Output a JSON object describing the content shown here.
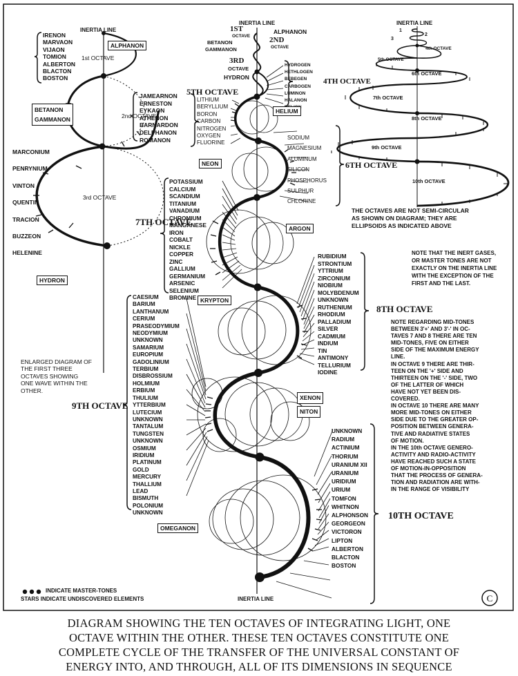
{
  "inertia_top_left": "INERTIA LINE",
  "inertia_top_center": "INERTIA LINE",
  "inertia_top_right": "INERTIA LINE",
  "inertia_bottom": "INERTIA LINE",
  "left_group": [
    "IRENON",
    "MARVAON",
    "VIJAON",
    "TOMION",
    "ALBERTON",
    "BLACTON",
    "BOSTON"
  ],
  "alphanon_box": "ALPHANON",
  "oct1_small": "1st OCTAVE",
  "betanon_box": [
    "BETANON",
    "GAMMANON"
  ],
  "left_column": [
    "MARCONIUM",
    "PENRYNIUM",
    "VINTON",
    "QUENTIN",
    "TRACION",
    "BUZZEON",
    "HELENINE"
  ],
  "hydron_box": "HYDRON",
  "oct2_small": "2nd OCTAVE",
  "oct3_small": "3rd OCTAVE",
  "enlarged_caption": [
    "ENLARGED DIAGRAM OF",
    "THE FIRST THREE",
    "OCTAVES SHOWING",
    "ONE WAVE WITHIN THE",
    "OTHER."
  ],
  "legend": [
    "INDICATE MASTER-TONES",
    "STARS INDICATE UNDISCOVERED ELEMENTS"
  ],
  "top_center": {
    "first": "1ST",
    "first_sub": "OCTAVE",
    "alphanon": "ALPHANON",
    "second": "2ND",
    "second_sub": "OCTAVE",
    "betanon": "BETANON",
    "gammanon": "GAMMANON",
    "third": "3RD",
    "third_sub": "OCTAVE",
    "hydron": "HYDRON"
  },
  "oct4_list": [
    "HYDROGEN",
    "HETHLOGEN",
    "BEBEGEN",
    "CARBOGEN",
    "LUMINON",
    "HALANON",
    "HELION"
  ],
  "oct4_label": "4TH OCTAVE",
  "helium_box": "HELIUM",
  "oct5_label": "5TH OCTAVE",
  "oct5_upper": [
    "JAMEARNON",
    "ERNESTON",
    "EYKAON",
    "ATHENON",
    "BARNARDON",
    "DELPHANON",
    "ROMANON"
  ],
  "oct5_lower": [
    "LITHIUM",
    "BERYLLIUM",
    "BORON",
    "CARBON",
    "NITROGEN",
    "OXYGEN",
    "FLUORINE"
  ],
  "neon_box": "NEON",
  "oct6_list": [
    "SODIUM",
    "MAGNESIUM",
    "ALUMINUM",
    "SILICON",
    "PHOSPHORUS",
    "SULPHUR",
    "CHLORINE"
  ],
  "oct6_label": "6TH OCTAVE",
  "argon_box": "ARGON",
  "oct7_list": [
    "POTASSIUM",
    "CALCIUM",
    "SCANDIUM",
    "TITANIUM",
    "VANADIUM",
    "CHROMIUM",
    "MANGANESE",
    "IRON",
    "COBALT",
    "NICKLE",
    "COPPER",
    "ZINC",
    "GALLIUM",
    "GERMANIUM",
    "ARSENIC",
    "SELENIUM",
    "BROMINE"
  ],
  "oct7_label": "7TH OCTAVE",
  "krypton_box": "KRYPTON",
  "oct8_list": [
    "RUBIDIUM",
    "STRONTIUM",
    "YTTRIUM",
    "ZIRCONIUM",
    "NIOBIUM",
    "MOLYBDENUM",
    "UNKNOWN",
    "RUTHENIUM",
    "RHODIUM",
    "PALLADIUM",
    "SILVER",
    "CADMIUM",
    "INDIUM",
    "TIN",
    "ANTIMONY",
    "TELLURIUM",
    "IODINE"
  ],
  "oct8_label": "8TH OCTAVE",
  "xenon_box": "XENON",
  "oct9_list": [
    "CAESIUM",
    "BARIUM",
    "LANTHANUM",
    "CERIUM",
    "PRASEODYMIUM",
    "NEODYMIUM",
    "UNKNOWN",
    "SAMARIUM",
    "EUROPIUM",
    "GADOLINIUM",
    "TERBIUM",
    "DISBROSSIUM",
    "HOLMIUM",
    "ERBIUM",
    "THULIUM",
    "YTTERBIUM",
    "LUTECIUM",
    "UNKNOWN",
    "TANTALUM",
    "TUNGSTEN",
    "UNKNOWN",
    "OSMIUM",
    "IRIDIUM",
    "PLATINUM",
    "GOLD",
    "MERCURY",
    "THALLIUM",
    "LEAD",
    "BISMUTH",
    "POLONIUM",
    "UNKNOWN"
  ],
  "oct9_label": "9TH OCTAVE",
  "niton_box": "NITON",
  "oct10_list": [
    "UNKNOWN",
    "RADIUM",
    "ACTINIUM",
    "THORIUM",
    "URANIUM XII",
    "URANIUM",
    "URIDIUM",
    "URIUM",
    "TOMFON",
    "WHITNON",
    "ALPHONSON",
    "GEORGEON",
    "VICTORON",
    "LIPTON",
    "ALBERTON",
    "BLACTON",
    "BOSTON"
  ],
  "oct10_label": "10TH OCTAVE",
  "omeganon_box": "OMEGANON",
  "right_diagram": {
    "n1": "1",
    "n2": "2",
    "n3": "3",
    "labels": [
      "4th OCTAVE",
      "5th OCTAVE",
      "6th OCTAVE",
      "7th OCTAVE",
      "8th OCTAVE",
      "9th OCTAVE",
      "10th OCTAVE"
    ],
    "note": [
      "THE OCTAVES ARE NOT SEMI-CIRCULAR",
      "AS SHOWN ON DIAGRAM; THEY ARE",
      "ELLIPSOIDS AS INDICATED ABOVE"
    ]
  },
  "note_inert": [
    "NOTE THAT THE INERT GASES,",
    "OR MASTER TONES ARE NOT",
    "EXACTLY ON THE INERTIA LINE",
    "WITH THE EXCEPTION OF THE",
    "FIRST AND THE LAST."
  ],
  "note_midtones": [
    "NOTE REGARDING MID-TONES",
    "BETWEEN 3'+' AND 3'-' IN OC-",
    "TAVES 7 AND 8 THERE ARE TEN",
    "MID-TONES, FIVE ON EITHER",
    "SIDE OF THE MAXIMUM ENERGY",
    "LINE.",
    "IN OCTAVE 9 THERE ARE THIR-",
    "TEEN ON THE '+' SIDE AND",
    "THIRTEEN ON THE '-' SIDE, TWO",
    "OF THE LATTER OF WHICH",
    "HAVE NOT YET BEEN DIS-",
    "COVERED.",
    "IN OCTAVE 10 THERE ARE MANY",
    "MORE MID-TONES ON EITHER",
    "SIDE DUE TO THE GREATER OP-",
    "POSITION BETWEEN GENERA-",
    "TIVE AND RADIATIVE STATES",
    "OF MOTION.",
    "IN THE 10th OCTAVE GENERO-",
    "ACTIVITY AND RADIO-ACTIVITY",
    "HAVE REACHED SUCH A STATE",
    "OF MOTION-IN-OPPOSITION",
    "THAT THE PROCESS OF GENERA-",
    "TION AND RADIATION ARE WITH-",
    "IN THE RANGE OF VISIBILITY"
  ],
  "copyright": "©",
  "caption": [
    "DIAGRAM SHOWING THE TEN OCTAVES OF INTEGRATING LIGHT, ONE",
    "OCTAVE WITHIN THE OTHER.  THESE TEN OCTAVES CONSTITUTE ONE",
    "COMPLETE CYCLE OF THE TRANSFER OF THE UNIVERSAL CONSTANT OF",
    "ENERGY INTO, AND THROUGH, ALL OF ITS DIMENSIONS IN SEQUENCE"
  ]
}
